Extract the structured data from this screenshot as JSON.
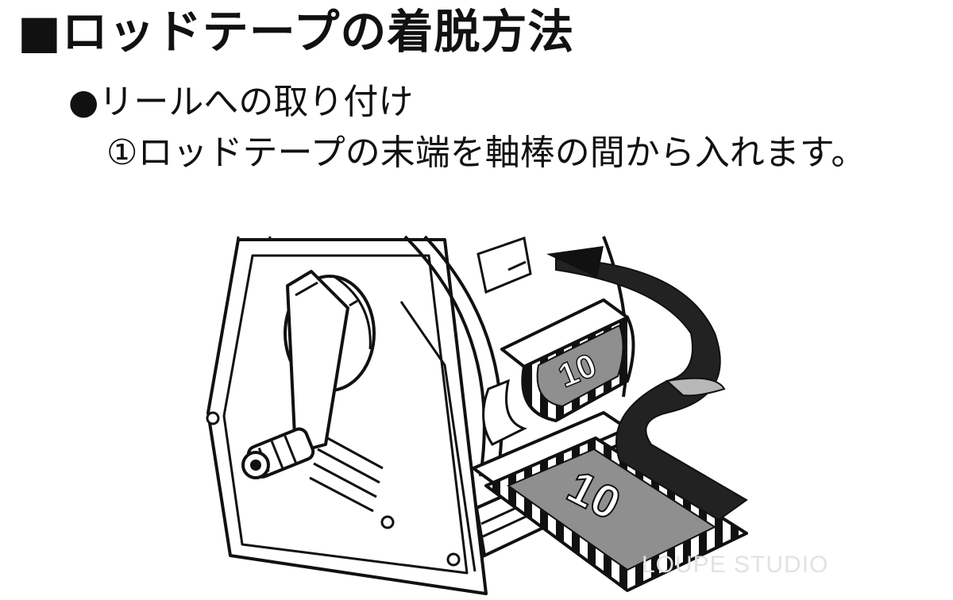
{
  "title": "■ロッドテープの着脱方法",
  "subtitle": "●リールへの取り付け",
  "step": "①ロッドテープの末端を軸棒の間から入れます。",
  "tape_label": "10",
  "watermark": "LOUPE STUDIO",
  "colors": {
    "line": "#111111",
    "tape_gray": "#8f8f8f",
    "tape_light": "#b8b8b8",
    "metal_dark": "#222222"
  },
  "icons": [
    "tape-reel",
    "crank-handle",
    "insert-arrow"
  ]
}
